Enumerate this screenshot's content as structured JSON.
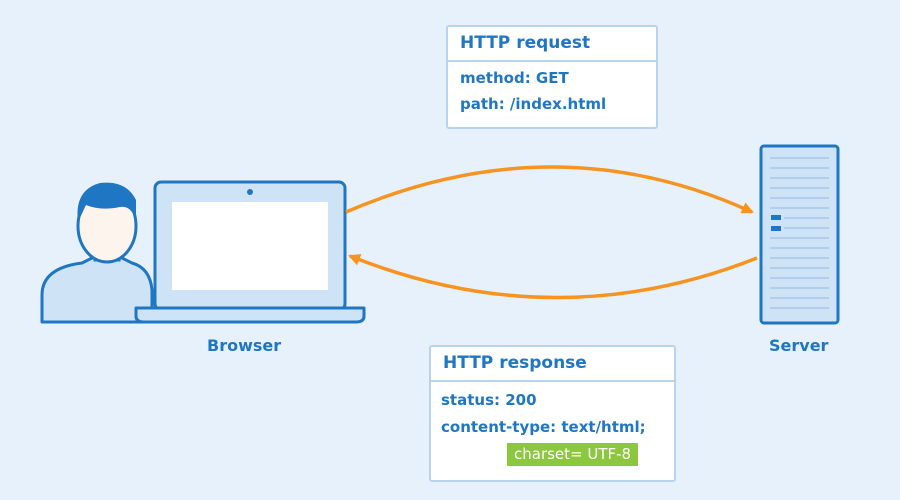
{
  "request": {
    "title": "HTTP request",
    "lines": [
      "method: GET",
      "path: /index.html"
    ]
  },
  "response": {
    "title": "HTTP response",
    "lines": [
      "status: 200",
      "content-type: text/html;"
    ],
    "charset": "charset= UTF-8"
  },
  "labels": {
    "browser": "Browser",
    "server": "Server"
  },
  "colors": {
    "background": "#e7f1fb",
    "primary_blue": "#1f76c2",
    "light_blue_fill": "#cfe3f6",
    "box_border": "#b9d3ee",
    "arrow_orange": "#f7931e",
    "charset_green": "#8dc63f"
  },
  "icons": {
    "user": "user-icon",
    "laptop": "laptop-icon",
    "server": "server-icon"
  }
}
